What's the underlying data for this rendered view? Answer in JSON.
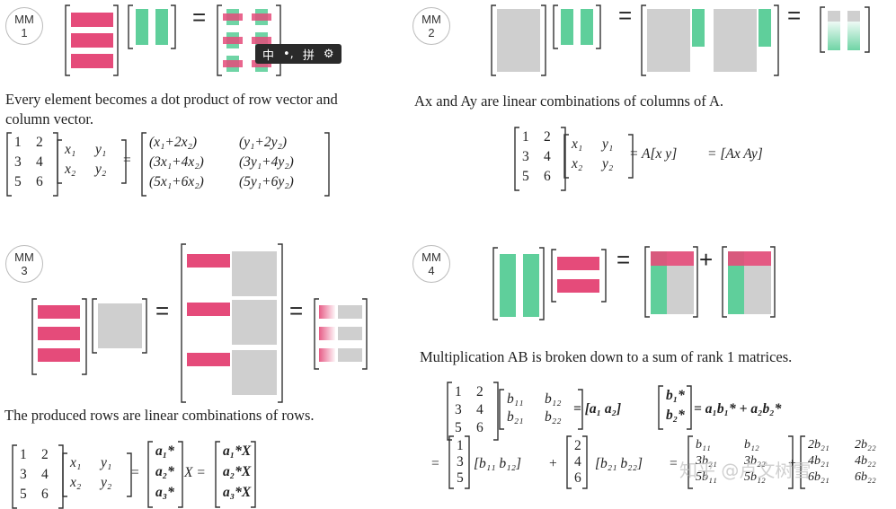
{
  "panels": {
    "mm1": {
      "label_top": "MM",
      "label_num": "1",
      "caption": "Every element becomes a dot product of row vector and column vector.",
      "equation": {
        "left_matrix": [
          [
            "1",
            "2"
          ],
          [
            "3",
            "4"
          ],
          [
            "5",
            "6"
          ]
        ],
        "right_matrix": [
          [
            "x₁",
            "y₁"
          ],
          [
            "x₂",
            "y₂"
          ]
        ],
        "result": [
          [
            "(x₁+2x₂)",
            "(y₁+2y₂)"
          ],
          [
            "(3x₁+4x₂)",
            "(3y₁+4y₂)"
          ],
          [
            "(5x₁+6x₂)",
            "(5y₁+6y₂)"
          ]
        ]
      }
    },
    "mm2": {
      "label_top": "MM",
      "label_num": "2",
      "caption": "Ax and Ay  are linear combinations of columns of A.",
      "equation": {
        "left_matrix": [
          [
            "1",
            "2"
          ],
          [
            "3",
            "4"
          ],
          [
            "5",
            "6"
          ]
        ],
        "right_matrix": [
          [
            "x₁",
            "y₁"
          ],
          [
            "x₂",
            "y₂"
          ]
        ],
        "rhs1": "= A[x    y]",
        "rhs2": "= [Ax    Ay]"
      }
    },
    "mm3": {
      "label_top": "MM",
      "label_num": "3",
      "caption": "The produced rows are linear combinations of rows.",
      "equation": {
        "left_matrix": [
          [
            "1",
            "2"
          ],
          [
            "3",
            "4"
          ],
          [
            "5",
            "6"
          ]
        ],
        "right_matrix": [
          [
            "x₁",
            "y₁"
          ],
          [
            "x₂",
            "y₂"
          ]
        ],
        "rows_a": [
          "a₁*",
          "a₂*",
          "a₃*"
        ],
        "rows_ax": [
          "a₁*X",
          "a₂*X",
          "a₃*X"
        ],
        "times": "X ="
      }
    },
    "mm4": {
      "label_top": "MM",
      "label_num": "4",
      "caption": "Multiplication AB is broken down to a sum of rank 1 matrices.",
      "equation": {
        "left_matrix": [
          [
            "1",
            "2"
          ],
          [
            "3",
            "4"
          ],
          [
            "5",
            "6"
          ]
        ],
        "right_matrix": [
          [
            "b₁₁",
            "b₁₂"
          ],
          [
            "b₂₁",
            "b₂₂"
          ]
        ],
        "rhs1": "= [a₁    a₂]",
        "bstar": [
          "b₁*",
          "b₂*"
        ],
        "rhs2": "= a₁b₁* + a₂b₂*",
        "line2_col1": [
          "1",
          "3",
          "5"
        ],
        "line2_row1": "[b₁₁    b₁₂]",
        "plus": "+",
        "line2_col2": [
          "2",
          "4",
          "6"
        ],
        "line2_row2": "[b₂₁    b₂₂]",
        "res1": [
          [
            "b₁₁",
            "b₁₂"
          ],
          [
            "3b₂₁",
            "3b₂₂"
          ],
          [
            "5b₁₁",
            "5b₁₂"
          ]
        ],
        "res2": [
          [
            "2b₂₁",
            "2b₂₂"
          ],
          [
            "4b₂₁",
            "4b₂₂"
          ],
          [
            "6b₂₁",
            "6b₂₂"
          ]
        ]
      }
    }
  },
  "toolbar": {
    "item1": "中",
    "item2": "•,",
    "item3": "拼",
    "item4": "gear-icon"
  },
  "watermark": "知乎 @卢文树雪",
  "symbols": {
    "equals": "=",
    "plus": "+"
  },
  "colors": {
    "pink": "#e54b7a",
    "green": "#5fcf9b",
    "gray": "#cfcfcf",
    "bracket": "#333333"
  }
}
